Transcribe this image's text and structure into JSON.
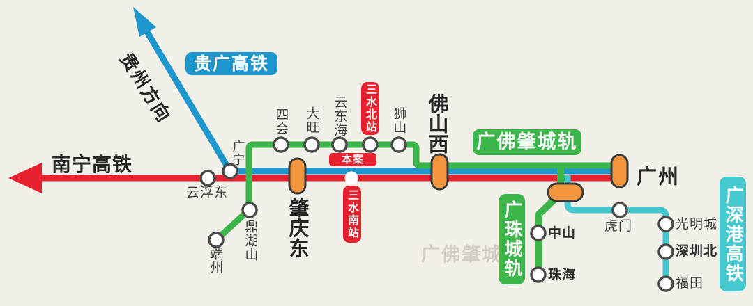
{
  "colors": {
    "background": "#F3F0EA",
    "green_line": "#3CB54A",
    "blue_line": "#1E96CE",
    "red_line": "#E8212E",
    "teal_line": "#46C8CF",
    "orange_station": "#F0953B",
    "station_ring": "#4A4A4A",
    "label_text": "#3F3F3F",
    "title_text": "#262626",
    "badge_text": "#FFFFFF"
  },
  "arrows": {
    "nanning_label": "南宁高铁",
    "guizhou_label": "贵州方向"
  },
  "line_badges": {
    "guiguang": {
      "label": "贵广高铁",
      "color": "#1E96CE"
    },
    "guangfozhao": {
      "label": "广佛肇城轨",
      "color": "#3CB54A"
    },
    "guangzhu": {
      "label": "广珠城轨",
      "color": "#3CB54A"
    },
    "guangshengang": {
      "label": "广深港高铁",
      "color": "#46C8CF"
    }
  },
  "station_badges": {
    "project": {
      "label": "本案",
      "color": "#E8212E"
    },
    "sanshui_north": {
      "label": "三水北站",
      "color": "#E8212E"
    },
    "sanshui_south": {
      "label": "三水南站",
      "color": "#E8212E"
    }
  },
  "stations": {
    "sihui": "四会",
    "dawang": "大旺",
    "yundonghai": "云东海",
    "shishan": "狮山",
    "foshanxi": "佛山西",
    "guangzhou": "广州",
    "zhaoqingdong": "肇庆东",
    "guangning": "广宁",
    "yunfudong": "云浮东",
    "dinghushan": "鼎湖山",
    "duanzhou": "端州",
    "zhongshan": "中山",
    "zhuhai": "珠海",
    "humen": "虎门",
    "guangmingcheng": "光明城",
    "shenzhenbei": "深圳北",
    "futian": "福田"
  },
  "watermark": "广佛肇城",
  "lines": [
    {
      "name": "贵广高铁",
      "color": "#1E96CE",
      "note": "贵州方向",
      "stations": [
        "广宁",
        "肇庆东",
        "三水南站",
        "佛山西",
        "广州"
      ]
    },
    {
      "name": "南宁高铁",
      "color": "#E8212E",
      "stations": [
        "云浮东",
        "肇庆东",
        "三水南站",
        "佛山西",
        "广州"
      ]
    },
    {
      "name": "广佛肇城轨",
      "color": "#3CB54A",
      "stations": [
        "端州",
        "鼎湖山",
        "四会",
        "大旺",
        "云东海",
        "三水北站",
        "狮山",
        "佛山西",
        "广州"
      ]
    },
    {
      "name": "广珠城轨",
      "color": "#3CB54A",
      "stations": [
        "中山",
        "珠海"
      ]
    },
    {
      "name": "广深港高铁",
      "color": "#46C8CF",
      "stations": [
        "虎门",
        "光明城",
        "深圳北",
        "福田"
      ]
    }
  ]
}
